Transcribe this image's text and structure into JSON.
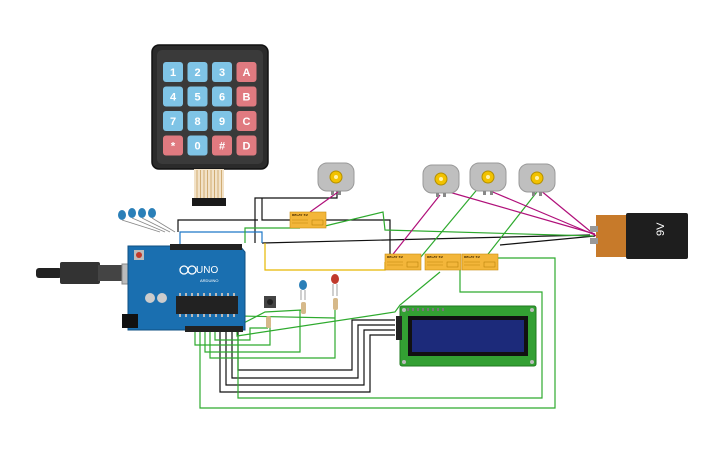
{
  "keypad": {
    "keys": [
      "1",
      "2",
      "3",
      "A",
      "4",
      "5",
      "6",
      "B",
      "7",
      "8",
      "9",
      "C",
      "*",
      "0",
      "#",
      "D"
    ]
  },
  "arduino": {
    "model": "UNO",
    "brand": "ARDUINO"
  },
  "relays": [
    {
      "label": "RELAY 5V"
    },
    {
      "label": "RELAY 5V"
    },
    {
      "label": "RELAY 5V"
    },
    {
      "label": "RELAY 5V"
    }
  ],
  "battery": {
    "label": "9V"
  },
  "colors": {
    "wire_green": "#2eaa2e",
    "wire_black": "#111111",
    "wire_yellow": "#e6b800",
    "wire_magenta": "#b0107a",
    "wire_blue": "#1f78c8",
    "board": "#1a6fb0",
    "relay": "#f3b63a",
    "lcd_screen": "#1c2a7a",
    "lcd_board": "#33a033"
  }
}
